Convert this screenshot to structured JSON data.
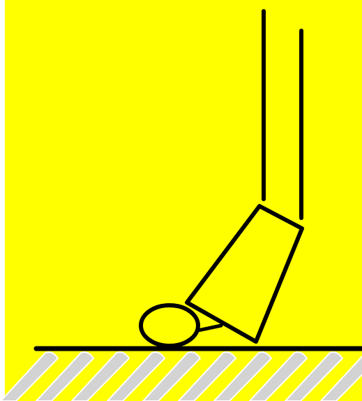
{
  "scene": {
    "background_color": "#FFFF00",
    "outer_color": "#FFFFFF",
    "stroke_color": "#000000",
    "ball_fill": "#FFFF00",
    "ground_stripe_fill": "#D3D3D3",
    "ground_stripe_outline": "#FFFFFF",
    "icons": [
      "golf-club-shaft",
      "golf-club-head",
      "golf-ball",
      "ground-line",
      "turf-stripes"
    ]
  }
}
